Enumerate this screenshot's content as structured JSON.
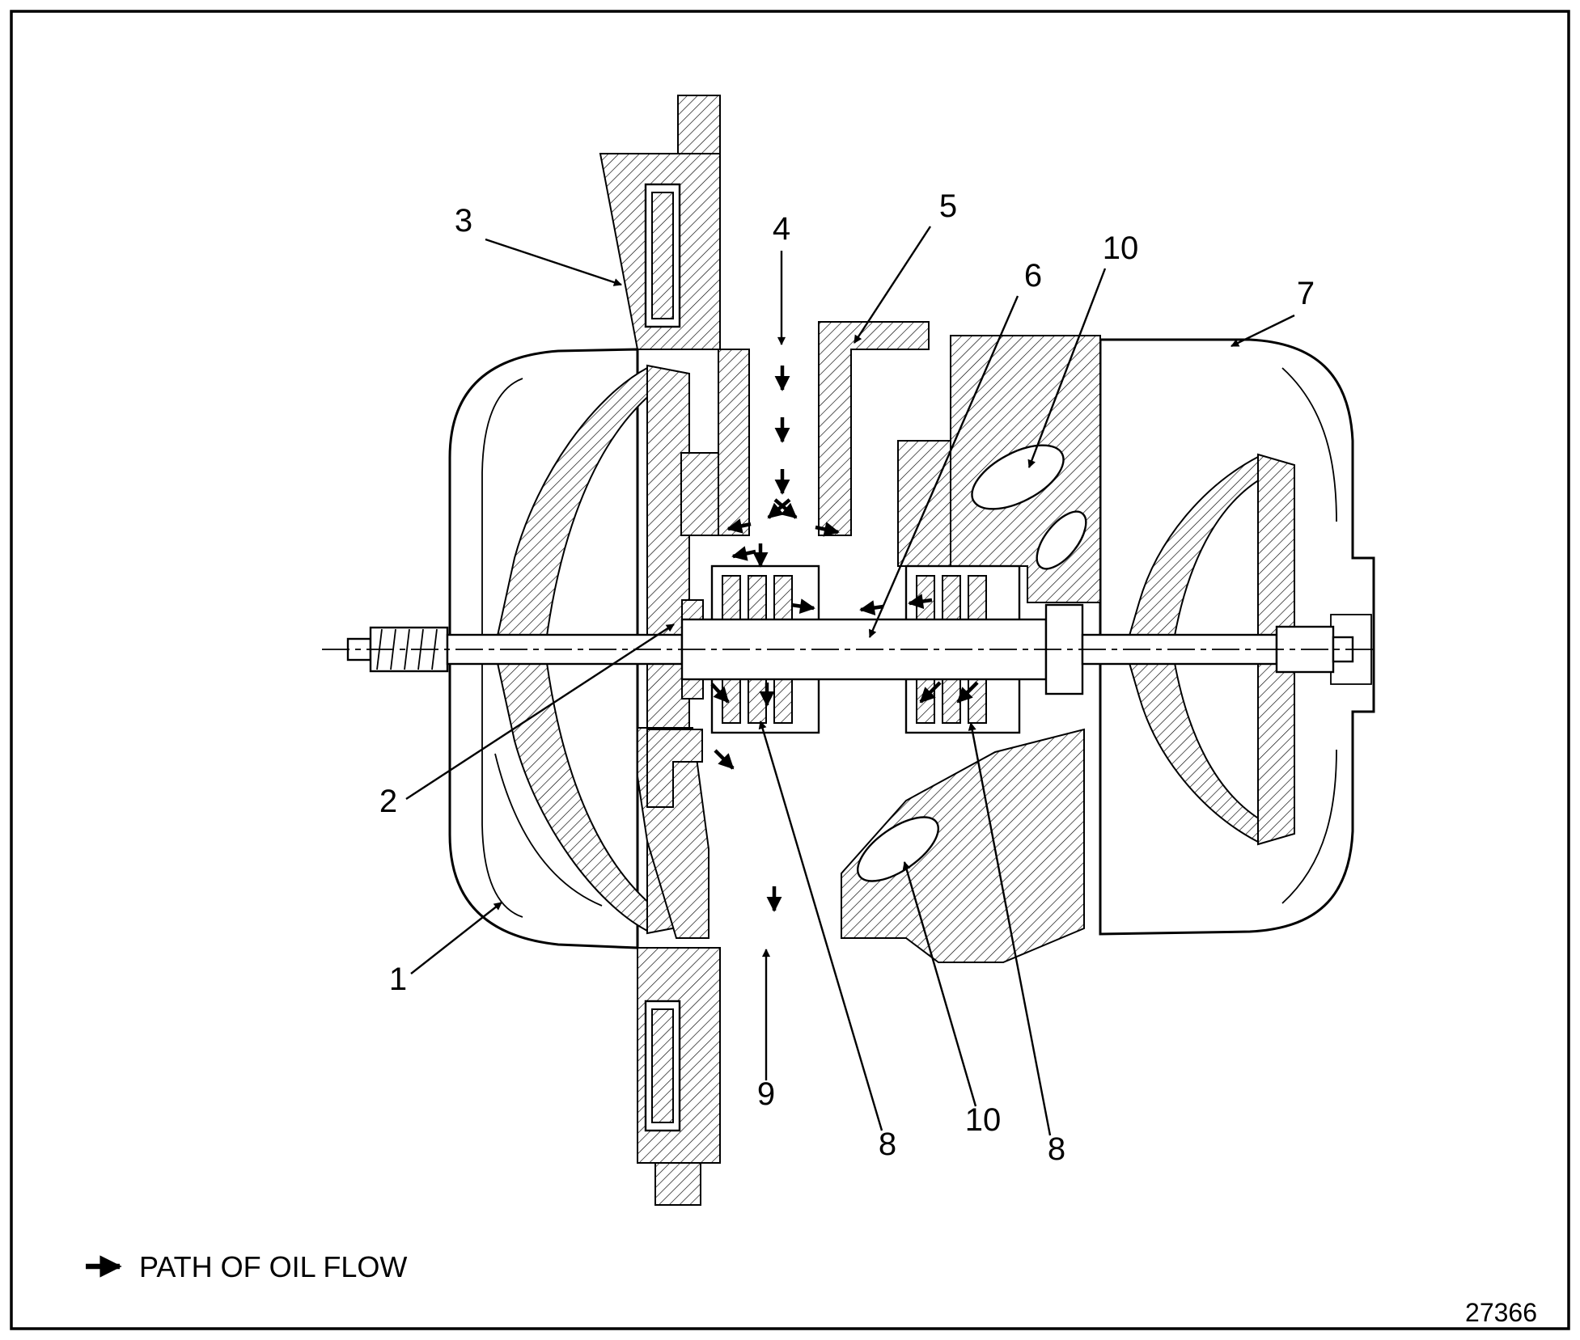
{
  "figure": {
    "legend": {
      "label": "PATH OF OIL FLOW"
    },
    "figure_number": "27366"
  },
  "callouts": [
    {
      "label": "3"
    },
    {
      "label": "4"
    },
    {
      "label": "5"
    },
    {
      "label": "6"
    },
    {
      "label": "10"
    },
    {
      "label": "7"
    },
    {
      "label": "2"
    },
    {
      "label": "1"
    },
    {
      "label": "9"
    },
    {
      "label": "8"
    },
    {
      "label": "10"
    },
    {
      "label": "8"
    }
  ],
  "colors": {
    "line": "#000000",
    "background": "#ffffff"
  }
}
